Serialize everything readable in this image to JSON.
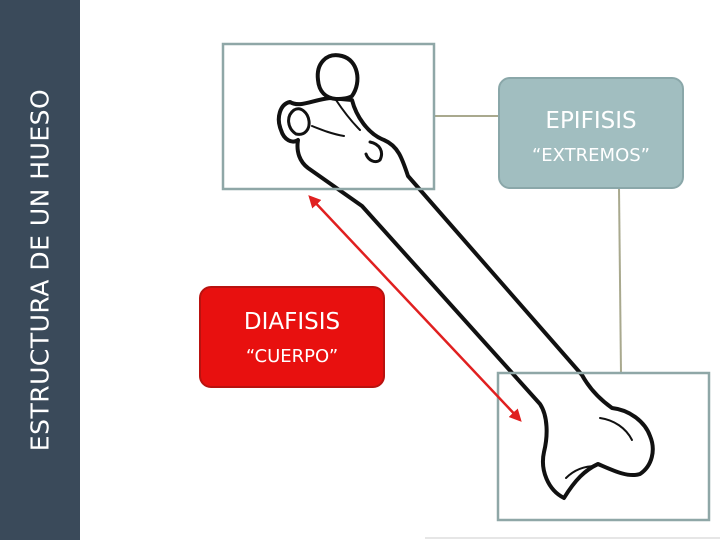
{
  "sidebar": {
    "title": "ESTRUCTURA DE UN HUESO"
  },
  "labels": {
    "epifisis": {
      "title": "EPIFISIS",
      "subtitle": "“EXTREMOS”"
    },
    "diafisis": {
      "title": "DIAFISIS",
      "subtitle": "“CUERPO”"
    }
  },
  "colors": {
    "sidebar": "#3a4a5a",
    "epifisis_box": "#a1bec0",
    "diafisis_box": "#e8100f",
    "arrow": "#e02020",
    "frame_border": "#8fa7a7",
    "connector": "#a9a98e",
    "bone_outline": "#111111"
  }
}
